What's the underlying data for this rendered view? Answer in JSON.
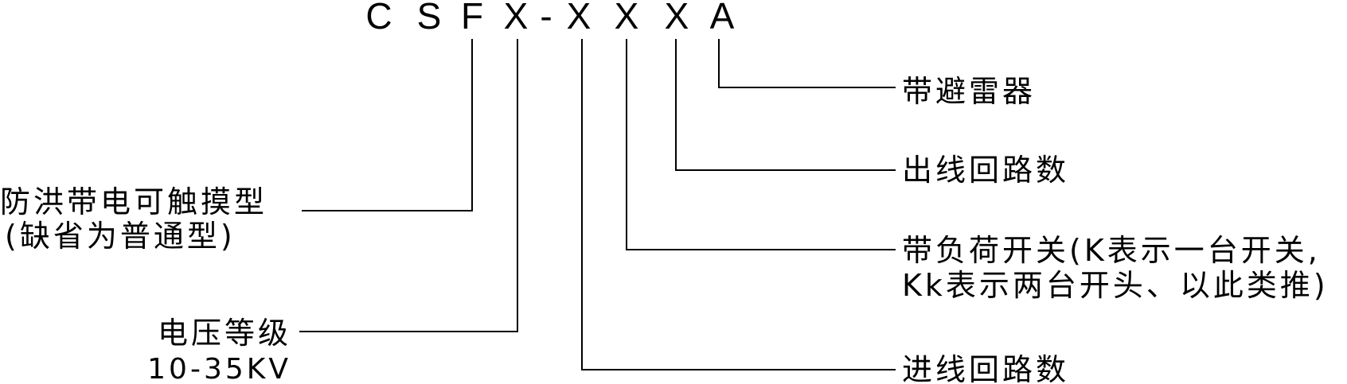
{
  "model_code": {
    "chars": [
      "C",
      "S",
      "F",
      "X",
      "-",
      "X",
      "X",
      "X",
      "A"
    ]
  },
  "annotations": {
    "arrester": {
      "lines": [
        "带避雷器"
      ]
    },
    "outgoing_circuits": {
      "lines": [
        "出线回路数"
      ]
    },
    "load_switch": {
      "lines": [
        "带负荷开关(K表示一台开关,",
        "Kk表示两台开头、以此类推)"
      ]
    },
    "incoming_circuits": {
      "lines": [
        "进线回路数"
      ]
    },
    "type": {
      "lines": [
        "防洪带电可触摸型",
        "(缺省为普通型)"
      ]
    },
    "voltage": {
      "lines": [
        "电压等级",
        "10-35KV"
      ]
    }
  }
}
